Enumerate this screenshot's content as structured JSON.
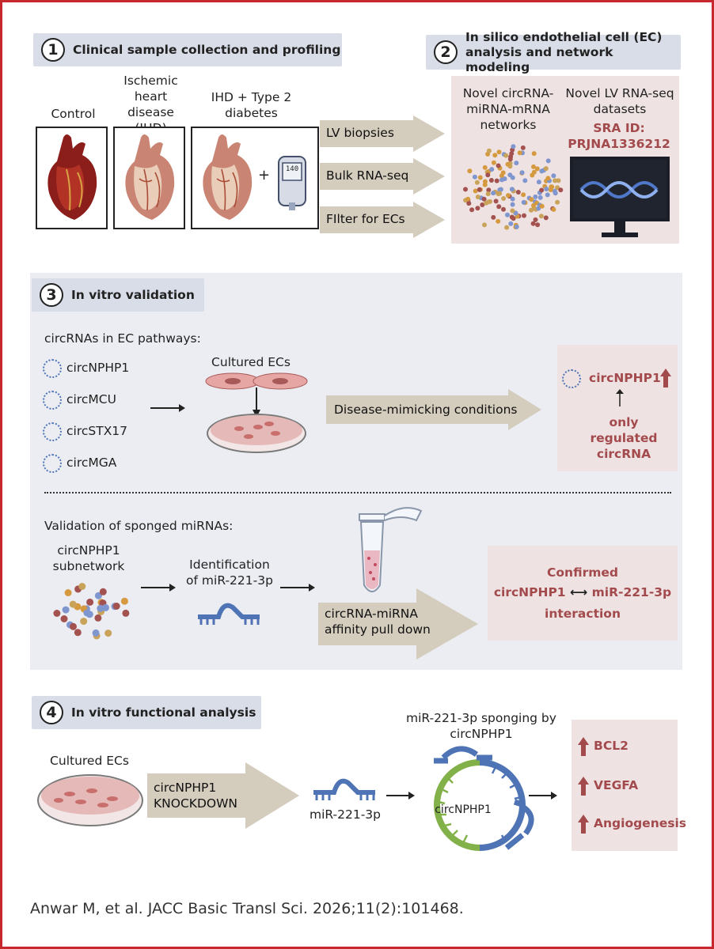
{
  "sections": {
    "s1": {
      "num": "1",
      "title": "Clinical sample collection and profiling"
    },
    "s2": {
      "num": "2",
      "title": "In silico endothelial cell (EC) analysis and network modeling"
    },
    "s3": {
      "num": "3",
      "title": "In vitro validation"
    },
    "s4": {
      "num": "4",
      "title": "In vitro functional analysis"
    }
  },
  "s1": {
    "labels": {
      "control": "Control",
      "ihd": "Ischemic heart disease (IHD)",
      "ihd_t2d": "IHD + Type 2 diabetes"
    },
    "plus": "+",
    "glucometer_reading": "140",
    "arrows": [
      "LV biopsies",
      "Bulk RNA-seq",
      "FIlter for ECs"
    ]
  },
  "s2": {
    "networks": "Novel circRNA-miRNA-mRNA networks",
    "datasets": "Novel LV RNA-seq datasets",
    "sra": "SRA ID: PRJNA1336212"
  },
  "s3": {
    "pathways_title": "circRNAs in EC pathways:",
    "circ_list": [
      "circNPHP1",
      "circMCU",
      "circSTX17",
      "circMGA"
    ],
    "cultured": "Cultured ECs",
    "condition_arrow": "Disease-mimicking conditions",
    "result_circ": "circNPHP1",
    "result_note": "only regulated circRNA",
    "sponged_title": "Validation of sponged miRNAs:",
    "subnetwork": "circNPHP1 subnetwork",
    "identification": "Identification of miR-221-3p",
    "pulldown": "circRNA-miRNA affinity pull down",
    "confirmed_line1": "Confirmed",
    "confirmed_left": "circNPHP1",
    "confirmed_arrow": "⟷",
    "confirmed_right": "miR-221-3p",
    "confirmed_line3": "interaction"
  },
  "s4": {
    "cultured": "Cultured ECs",
    "knockdown": "circNPHP1 KNOCKDOWN",
    "mirna": "miR-221-3p",
    "sponging": "miR-221-3p sponging by circNPHP1",
    "circ_label": "circNPHP1",
    "outcomes": [
      "BCL2",
      "VEGFA",
      "Angiogenesis"
    ]
  },
  "citation": "Anwar M, et al. JACC Basic Transl Sci. 2026;11(2):101468.",
  "colors": {
    "border": "#c6282e",
    "header_bg": "#d9dde8",
    "panel_bg": "#efe2e2",
    "accent": "#a34a4d",
    "arrow": "#d4ccbd",
    "mirna": "#4f74b5",
    "circ_green": "#82b14a"
  }
}
